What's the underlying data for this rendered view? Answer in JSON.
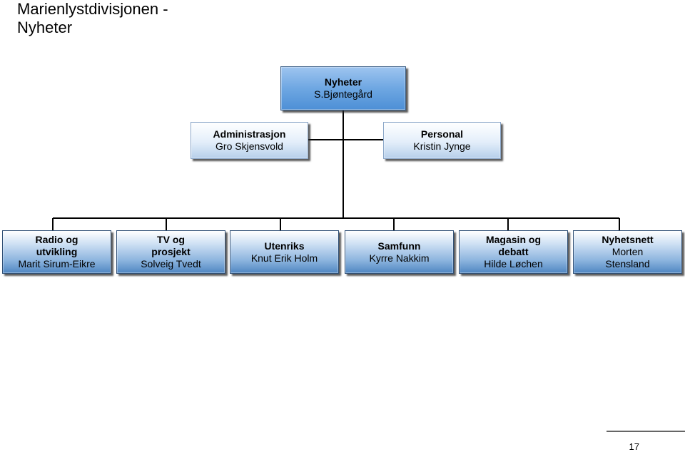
{
  "title": "Marienlystdivisjonen - Nyheter",
  "page_number": "17",
  "top": {
    "title": "Nyheter",
    "name": "S.Bjøntegård"
  },
  "staff": [
    {
      "title": "Administrasjon",
      "name": "Gro Skjensvold"
    },
    {
      "title": "Personal",
      "name": "Kristin Jynge"
    }
  ],
  "departments": [
    {
      "title": "Radio og utvikling",
      "name": "Marit Sirum-Eikre"
    },
    {
      "title": "TV og prosjekt",
      "name": "Solveig Tvedt"
    },
    {
      "title": "Utenriks",
      "name": "Knut Erik Holm"
    },
    {
      "title": "Samfunn",
      "name": "Kyrre Nakkim"
    },
    {
      "title": "Magasin og debatt",
      "name": "Hilde Løchen"
    },
    {
      "title": "Nyhetsnett",
      "name": "Morten Stensland"
    }
  ]
}
